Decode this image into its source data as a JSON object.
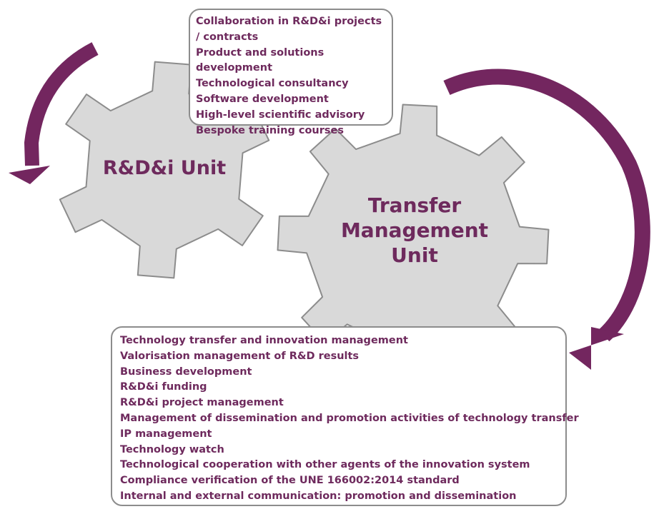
{
  "colors": {
    "accent": "#6e2a5d",
    "gear_fill": "#d9d9d9",
    "gear_stroke": "#8c8c8c",
    "box_border": "#8c8c8c"
  },
  "gears": {
    "rdi_unit": {
      "label": "R&D&i Unit"
    },
    "transfer_unit": {
      "label": "Transfer Management Unit"
    }
  },
  "rdi_services": [
    "Collaboration in R&D&i projects / contracts",
    "Product and solutions development",
    "Technological consultancy",
    "Software development",
    "High-level scientific advisory",
    "Bespoke training courses"
  ],
  "transfer_services": [
    "Technology transfer and innovation management",
    "Valorisation management of R&D results",
    "Business development",
    "R&D&i funding",
    "R&D&i project management",
    "Management of dissemination and promotion activities of technology transfer",
    "IP management",
    "Technology watch",
    "Technological cooperation with other agents of the innovation system",
    "Compliance verification of the UNE 166002:2014 standard",
    "Internal and external communication: promotion and dissemination"
  ]
}
